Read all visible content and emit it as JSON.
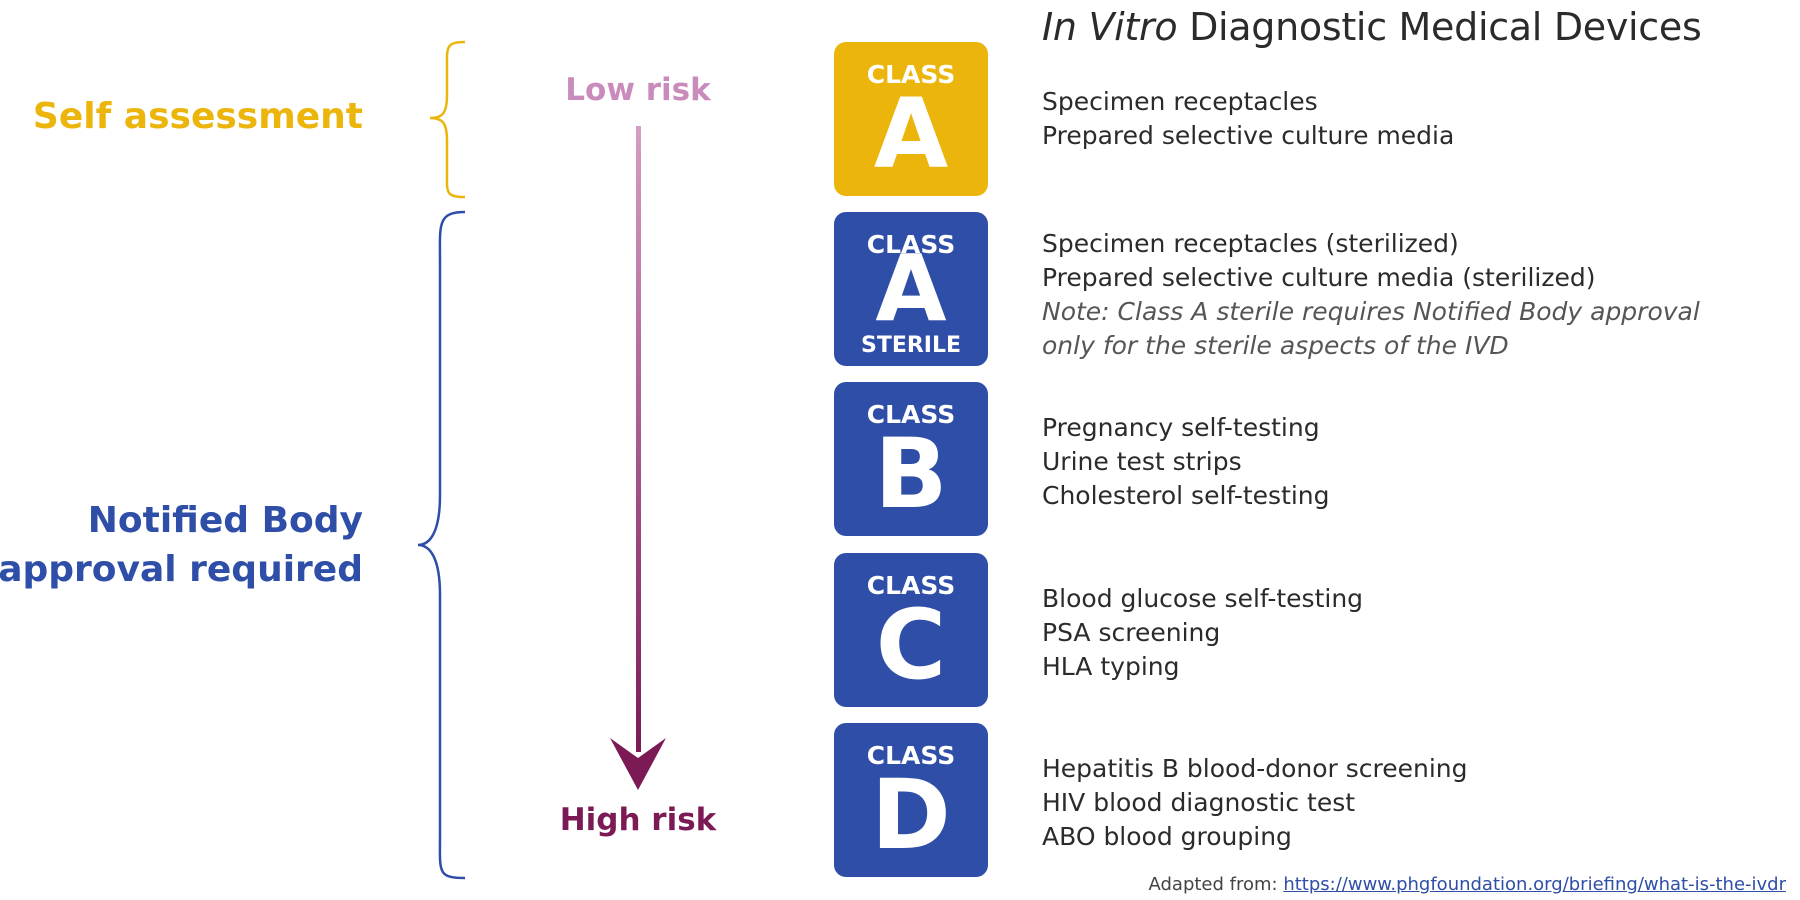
{
  "colors": {
    "yellow": "#ecb50c",
    "blue": "#2e4ea7",
    "low_risk": "#c98bbb",
    "high_risk": "#7b1a55",
    "text": "#2b2b2b"
  },
  "title": {
    "italic": "In Vitro",
    "rest": " Diagnostic Medical Devices"
  },
  "groups": {
    "self": "Self assessment",
    "notified_line1": "Notified Body",
    "notified_line2": "approval required"
  },
  "risk": {
    "low": "Low risk",
    "high": "High risk"
  },
  "classes": [
    {
      "top": "CLASS",
      "letter": "A",
      "bottom": "",
      "color": "#ecb50c",
      "examples": [
        "Specimen receptacles",
        "Prepared selective culture media"
      ],
      "note": []
    },
    {
      "top": "CLASS",
      "letter": "A",
      "bottom": "STERILE",
      "color": "#2e4ea7",
      "examples": [
        "Specimen receptacles (sterilized)",
        "Prepared selective culture media (sterilized)"
      ],
      "note": [
        "Note: Class A sterile requires Notified Body approval",
        "only for the sterile aspects of the IVD"
      ]
    },
    {
      "top": "CLASS",
      "letter": "B",
      "bottom": "",
      "color": "#2e4ea7",
      "examples": [
        "Pregnancy self-testing",
        "Urine test strips",
        "Cholesterol self-testing"
      ],
      "note": []
    },
    {
      "top": "CLASS",
      "letter": "C",
      "bottom": "",
      "color": "#2e4ea7",
      "examples": [
        "Blood glucose self-testing",
        "PSA screening",
        "HLA typing"
      ],
      "note": []
    },
    {
      "top": "CLASS",
      "letter": "D",
      "bottom": "",
      "color": "#2e4ea7",
      "examples": [
        "Hepatitis B blood-donor screening",
        "HIV blood diagnostic test",
        "ABO blood grouping"
      ],
      "note": []
    }
  ],
  "footer": {
    "prefix": "Adapted from: ",
    "link": "https://www.phgfoundation.org/briefing/what-is-the-ivdr"
  }
}
